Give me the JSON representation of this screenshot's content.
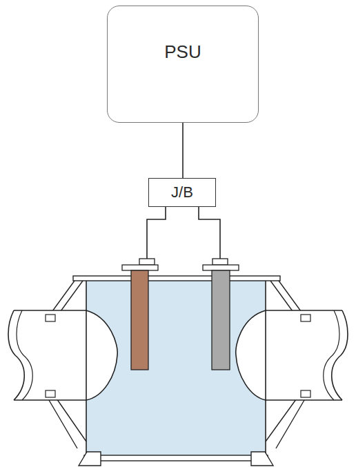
{
  "diagram": {
    "nodes": [
      {
        "text": [
          "PSU"
        ]
      },
      {
        "text": [
          "J/B"
        ]
      }
    ],
    "edges": [
      {
        "from": 0,
        "to": 1,
        "arrow": "none"
      }
    ]
  }
}
